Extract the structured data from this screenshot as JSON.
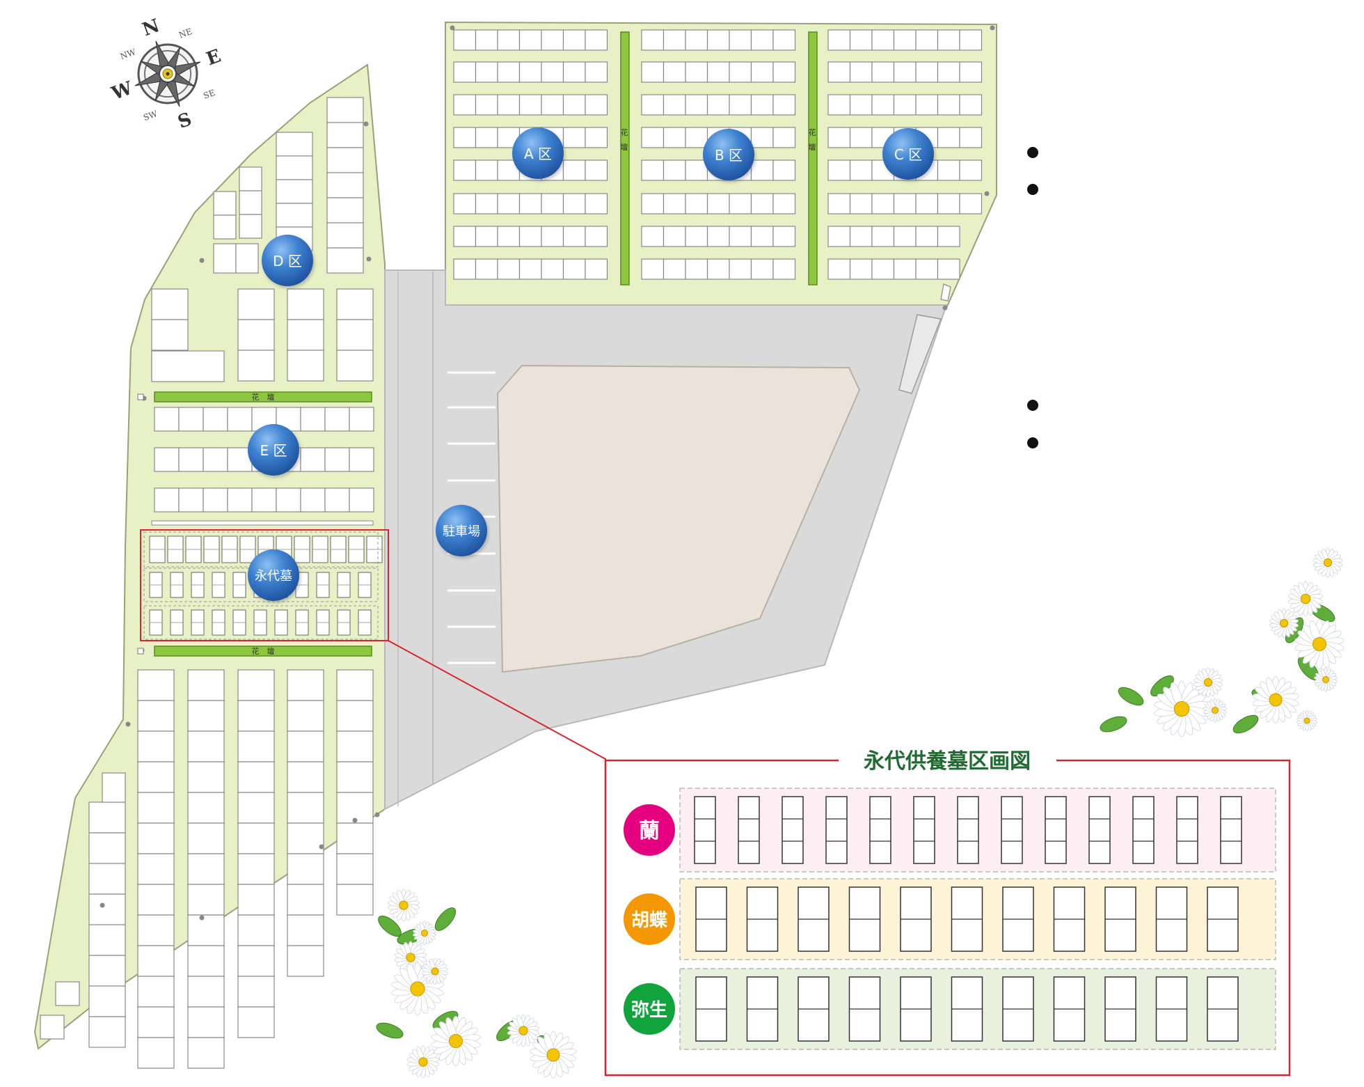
{
  "compass": {
    "north": "N",
    "north_east": "NE",
    "east": "E",
    "south_east": "SE",
    "south": "S",
    "south_west": "SW",
    "west": "W",
    "north_west": "NW"
  },
  "sections": {
    "a": "A 区",
    "b": "B 区",
    "c": "C 区",
    "d": "D 区",
    "e": "E 区",
    "eitai": "永代墓",
    "parking": "駐車場"
  },
  "flower_bed": "花　壇",
  "flower_bed_vertical": [
    "花",
    "壇"
  ],
  "legend": {
    "title": "永代供養墓区画図",
    "rows": [
      {
        "label": "蘭",
        "color": "#e4007f",
        "fill": "#fdeef4"
      },
      {
        "label": "胡蝶",
        "color": "#f39800",
        "fill": "#fdf3d6"
      },
      {
        "label": "弥生",
        "color": "#11a33c",
        "fill": "#e7f1de"
      }
    ]
  },
  "colors": {
    "ground": "#e8f0c6",
    "ground_edge": "#9aa07a",
    "flower_bed": "#8dc63f",
    "road": "#dadada",
    "parking_lot": "#ebe3d9",
    "marker": "#2f6fc0",
    "frame_red": "#d7262b"
  }
}
